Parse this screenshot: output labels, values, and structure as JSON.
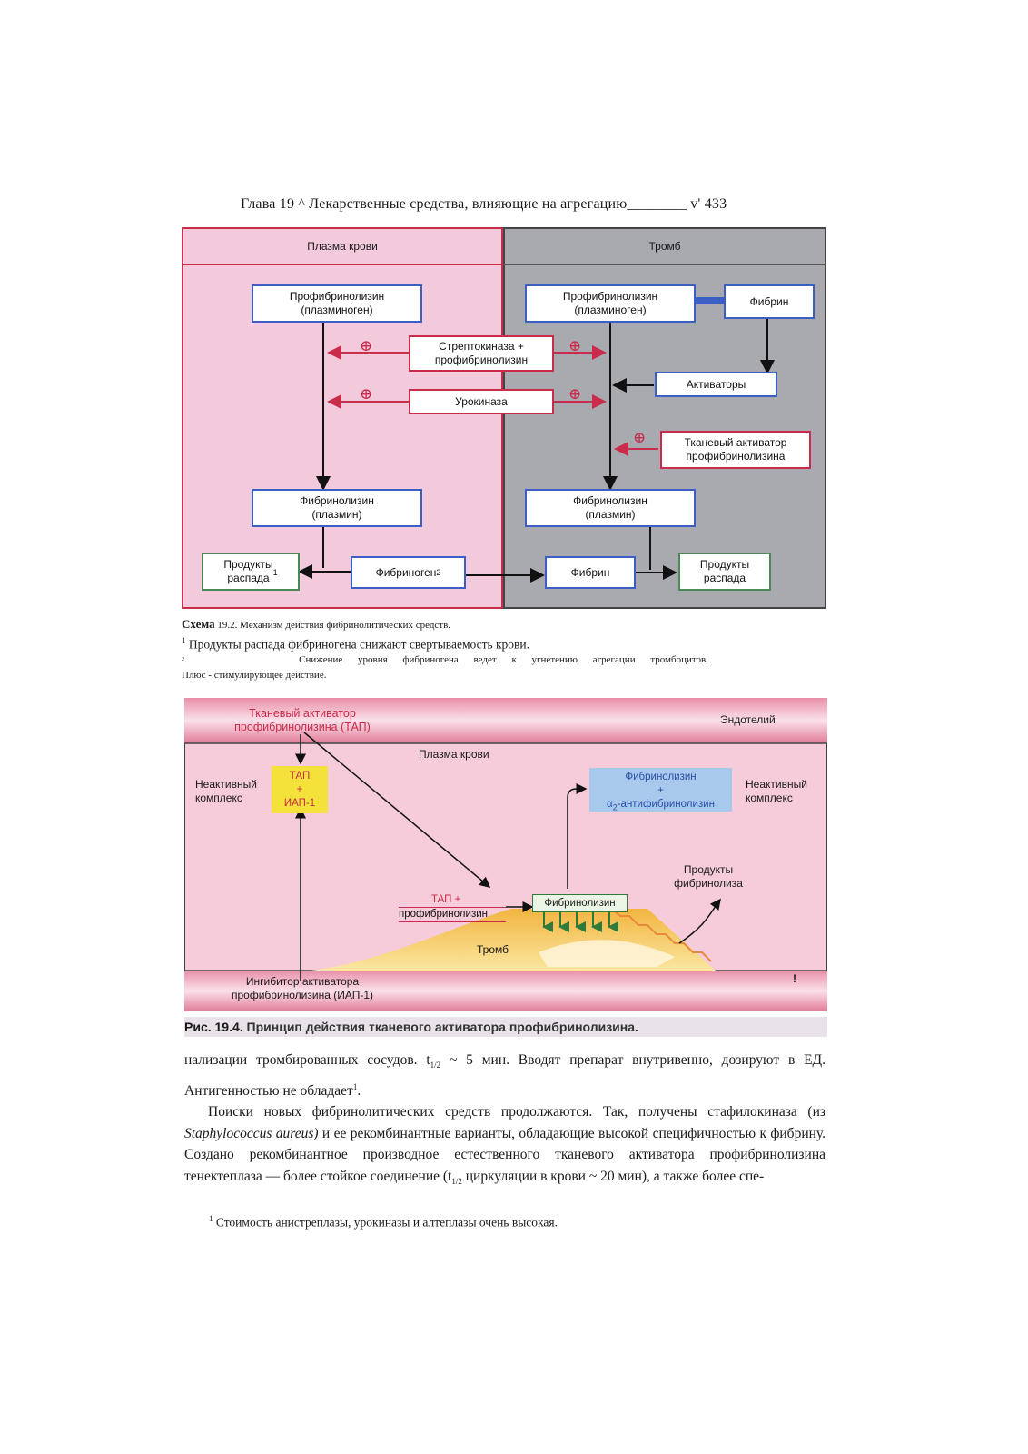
{
  "header": {
    "text": "Глава 19 ^ Лекарственные средства, влияющие на агрегацию________ v' 433"
  },
  "scheme": {
    "plasma_label": "Плазма крови",
    "thrombus_label": "Тромб",
    "left_profib": "Профибринолизин\n(плазминоген)",
    "right_profib": "Профибринолизин\n(плазминоген)",
    "fibrin_top": "Фибрин",
    "strepto": "Стрептокиназа +\nпрофибринолизин",
    "urokinase": "Урокиназа",
    "activators": "Активаторы",
    "tissue_activator": "Тканевый активатор\nпрофибринолизина",
    "left_fibrinolysin": "Фибринолизин\n(плазмин)",
    "right_fibrinolysin": "Фибринолизин\n(плазмин)",
    "left_products": "Продукты\nраспада",
    "left_products_sup": "1",
    "fibrinogen": "Фибриноген",
    "fibrinogen_sup": "2",
    "fibrin_bottom": "Фибрин",
    "right_products": "Продукты\nраспада",
    "plus_symbol": "⊕",
    "caption_bold": "Схема",
    "caption": " 19.2. Механизм действия фибринолитических средств.",
    "note1_sup": "1",
    "note1": " Продукты распада фибриногена снижают свертываемость крови.",
    "note2_sup": "2",
    "note2": "Снижение уровня фибриногена ведет к угнетению агрегации тромбоцитов.",
    "note3": "Плюс - стимулирующее действие."
  },
  "figure": {
    "tap_title": "Тканевый активатор\nпрофибринолизина (ТАП)",
    "endothelium": "Эндотелий",
    "plasma": "Плазма крови",
    "inactive_left": "Неактивный\nкомплекс",
    "tap_box": "ТАП\n+\nИАП-1",
    "fibrinolysin_box_line1": "Фибринолизин",
    "fibrinolysin_box_line2": "+",
    "fibrinolysin_box_line3_pre": "α",
    "fibrinolysin_box_line3_sub": "2",
    "fibrinolysin_box_line3_post": "-антифибринолизин",
    "inactive_right": "Неактивный\nкомплекс",
    "products": "Продукты\nфибринолиза",
    "tap_plus": "ТАП +",
    "profib": "профибринолизин",
    "fibrinolysin": "Фибринолизин",
    "thrombus": "Тромб",
    "inhibitor": "Ингибитор активатора\nпрофибринолизина (ИАП-1)",
    "mark": "!",
    "caption_bold": "Рис. 19.4.",
    "caption": " Принцип действия тканевого активатора профибринолизина."
  },
  "body": {
    "p1_a": "нализации тромбированных сосудов. t",
    "p1_sub": "1/2",
    "p1_b": " ~ 5 мин. Вводят препарат внутривенно, дозируют в ЕД. Антигенностью не обладает",
    "p1_sup": "1",
    "p1_c": ".",
    "p2_a": "Поиски новых фибринолитических средств продолжаются. Так, получены стафилокиназа (из ",
    "p2_italic": "Staphylococcus aureus)",
    "p2_b": " и ее рекомбинантные варианты, обладающие высокой специфичностью к фибрину. Создано рекомбинантное производное естественного тканевого активатора профибринолизина тенектеплаза — более стойкое соединение (t",
    "p2_sub": "1/2",
    "p2_c": " циркуляции в крови ~ 20 мин), а также более спе-"
  },
  "footnote": {
    "sup": "1",
    "text": " Стоимость анистреплазы, урокиназы и алтеплазы очень высокая."
  },
  "colors": {
    "plasma_bg": "#f3c9dc",
    "thrombus_bg": "#a9a9b0",
    "red": "#c92b4a",
    "blue": "#3b5fc4",
    "green": "#4a8a55"
  }
}
